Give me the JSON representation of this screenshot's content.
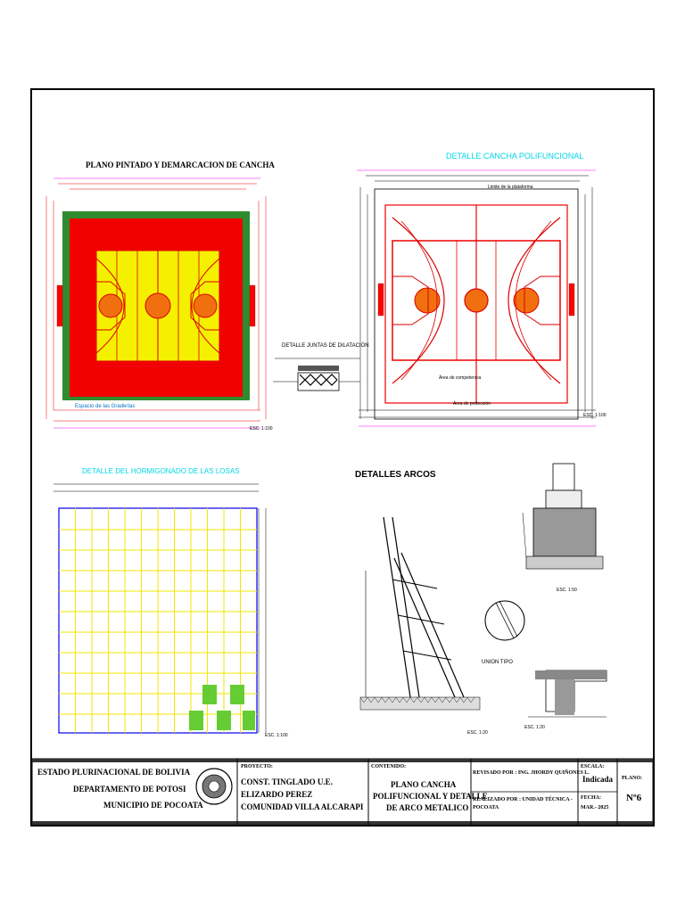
{
  "plan1": {
    "title": "PLANO PINTADO Y DEMARCACION DE CANCHA",
    "scale": "ESC. 1:100",
    "note": "Espacio de las Graderías"
  },
  "plan2": {
    "title": "DETALLE CANCHA POLIFUNCIONAL",
    "scale": "ESC. 1:100",
    "edge_label": "Limite de la plataforma",
    "zone1": "Área de competencia",
    "zone2": "Área de protección"
  },
  "joint": {
    "title": "DETALLE JUNTAS DE DILATACIÓN"
  },
  "slab": {
    "title": "DETALLE DEL HORMIGONADO DE LAS LOSAS",
    "scale": "ESC. 1:100"
  },
  "arcs": {
    "title": "DETALLES ARCOS",
    "type_label": "UNION TIPO",
    "scale": "ESC. 1:20"
  },
  "footing": {
    "scale": "ESC. 1:50"
  },
  "footing2": {
    "scale": "ESC. 1:20"
  },
  "titleblock": {
    "entity1": "ESTADO PLURINACIONAL DE BOLIVIA",
    "entity2": "DEPARTAMENTO DE POTOSI",
    "entity3": "MUNICIPIO DE POCOATA",
    "project_label": "PROYECTO:",
    "project1": "CONST. TINGLADO U.E.",
    "project2": "ELIZARDO PEREZ",
    "project3": "COMUNIDAD VILLA ALCARAPI",
    "content_label": "CONTENIDO:",
    "content1": "PLANO CANCHA",
    "content2": "POLIFUNCIONAL Y DETALLE",
    "content3": "DE ARCO METALICO",
    "reviewed": "REVISADO POR : ING. JHORDY QUIÑONES L.",
    "made_by1": "REALIZADO POR : UNIDAD TÉCNICA -",
    "made_by2": "POCOATA",
    "scale_label": "ESCALA:",
    "scale_value": "Indicada",
    "date_label": "FECHA:",
    "date_value": "MAR.- 2025",
    "sheet_label": "PLANO:",
    "sheet_value": "Nº6"
  }
}
